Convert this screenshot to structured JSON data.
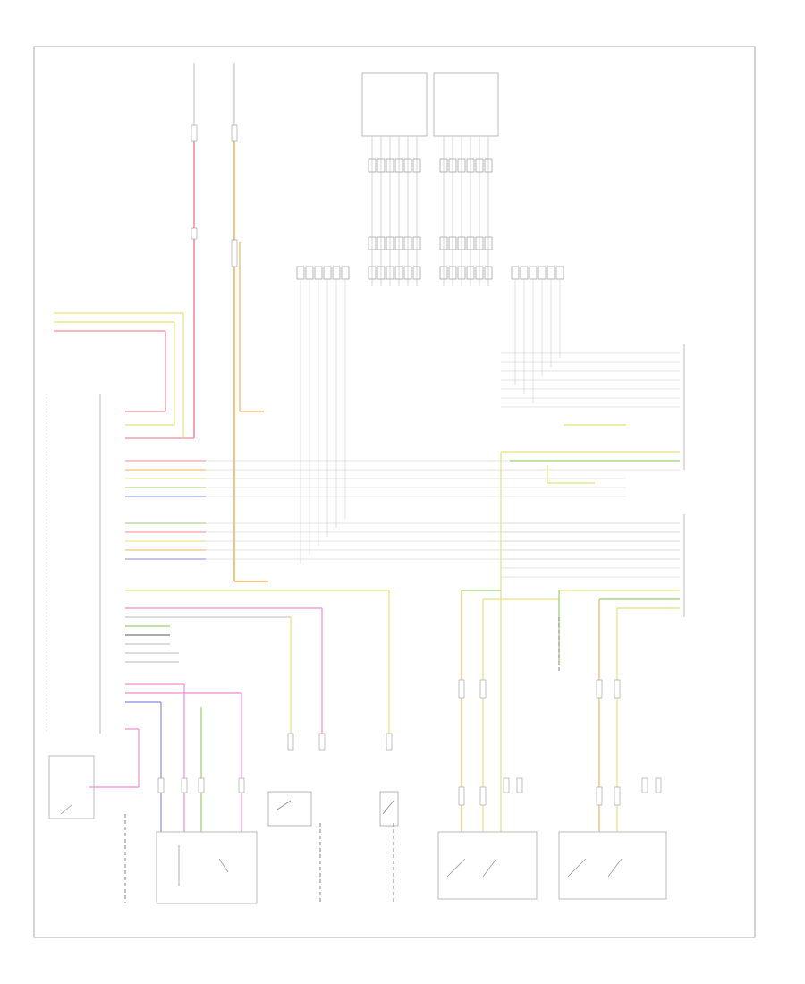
{
  "diagram": {
    "footer_code": "",
    "components": [
      {
        "id": "left-speaker",
        "label": ""
      },
      {
        "id": "right-speaker",
        "label": ""
      },
      {
        "id": "front-door-module",
        "label": ""
      },
      {
        "id": "rear-door-module",
        "label": ""
      },
      {
        "id": "door-lock-switch",
        "label": ""
      },
      {
        "id": "door-handle-switch-front",
        "label": ""
      },
      {
        "id": "door-handle-switch-rear",
        "label": ""
      },
      {
        "id": "memory-seat-switch",
        "label": ""
      }
    ],
    "wire_colors": {
      "red": "#f08a9a",
      "orange": "#f5b25a",
      "yellow": "#e8e07a",
      "green": "#9ccf6a",
      "pink": "#f08ad8",
      "blue": "#8a8ae0",
      "grey": "#c8c8c8",
      "black": "#777777"
    }
  }
}
